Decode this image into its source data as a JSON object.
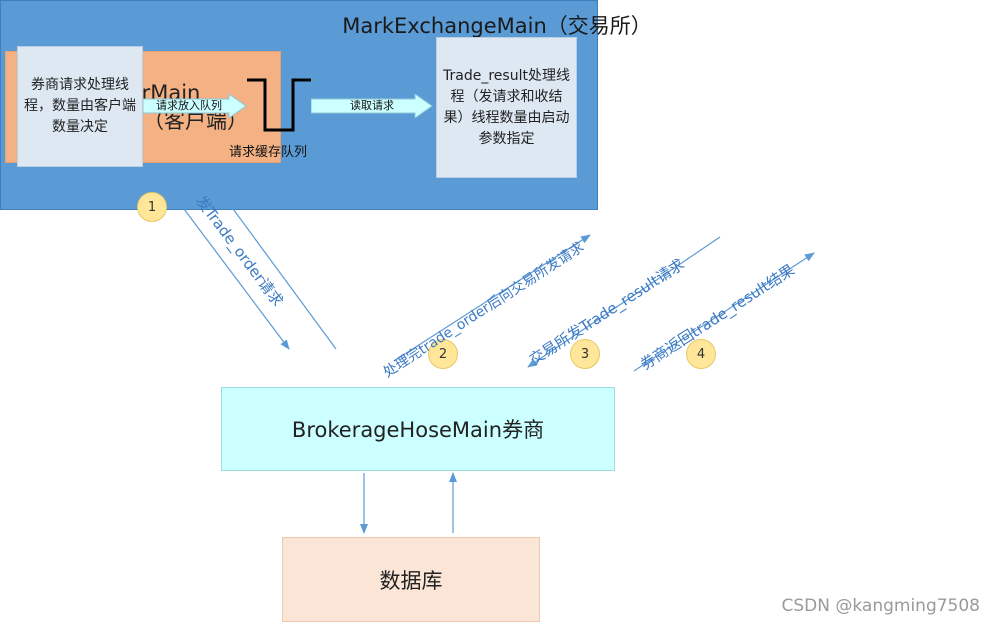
{
  "driver": {
    "line1": "DriverMain",
    "line2": "交易发起方（客户端）"
  },
  "exchange": {
    "title": "MarkExchangeMain（交易所）",
    "request_thread": "券商请求处理线程，数量由客户端数量决定",
    "put_queue_label": "请求放入队列",
    "queue_label": "请求缓存队列",
    "read_label": "读取请求",
    "result_thread": "Trade_result处理线程（发请求和收结果）线程数量由启动参数指定"
  },
  "broker": {
    "label": "BrokerageHoseMain券商"
  },
  "database": {
    "label": "数据库"
  },
  "steps": [
    {
      "number": "1",
      "label": "发Trade_order请求"
    },
    {
      "number": "2",
      "label": "处理完trade_order后向交易所发请求"
    },
    {
      "number": "3",
      "label": "交易所发Trade_result请求"
    },
    {
      "number": "4",
      "label": "券商返回trade_result结果"
    }
  ],
  "watermark": "CSDN @kangming7508",
  "colors": {
    "driver_fill": "#f4b183",
    "exchange_fill": "#5b9bd5",
    "inner_fill": "#dde8f3",
    "broker_fill": "#ccffff",
    "db_fill": "#fbe5d6",
    "badge_fill": "#ffe699",
    "line": "#5b9bd5",
    "label_text": "#3b79c3"
  }
}
